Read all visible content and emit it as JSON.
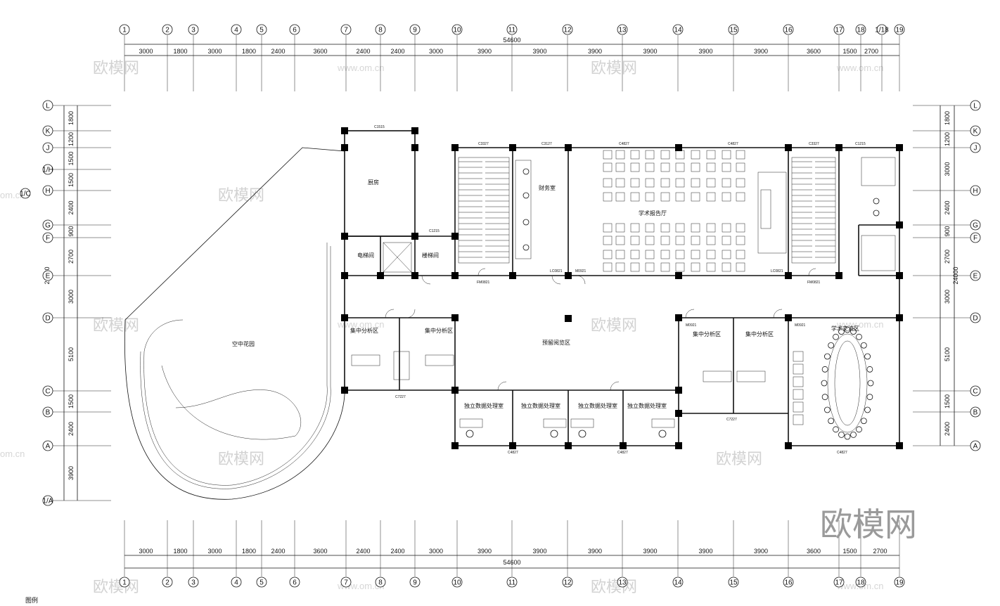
{
  "drawing": {
    "total_dimension_top": "54600",
    "total_dimension_bottom": "54600",
    "legend_label": "图例",
    "big_watermark": "欧模网",
    "watermark_text": "欧模网",
    "watermark_url": "www.om.cn",
    "watermark_url_short": "om.cn"
  },
  "top_axes": [
    "1",
    "2",
    "3",
    "4",
    "5",
    "6",
    "7",
    "8",
    "9",
    "10",
    "11",
    "12",
    "13",
    "14",
    "15",
    "16",
    "17",
    "18",
    "1/18",
    "19"
  ],
  "bottom_axes": [
    "1",
    "2",
    "3",
    "4",
    "5",
    "6",
    "7",
    "8",
    "9",
    "10",
    "11",
    "12",
    "13",
    "14",
    "15",
    "16",
    "17",
    "18",
    "19"
  ],
  "top_spacings": [
    "3000",
    "1800",
    "3000",
    "1800",
    "2400",
    "3600",
    "2400",
    "2400",
    "3000",
    "3900",
    "3900",
    "3900",
    "3900",
    "3900",
    "3900",
    "3600",
    "1500",
    "2700"
  ],
  "bottom_spacings": [
    "3000",
    "1800",
    "3000",
    "1800",
    "2400",
    "3600",
    "2400",
    "2400",
    "3000",
    "3900",
    "3900",
    "3900",
    "3900",
    "3900",
    "3900",
    "3600",
    "1500",
    "2700"
  ],
  "left_axes": [
    "L",
    "K",
    "J",
    "1/H",
    "H",
    "G",
    "F",
    "E",
    "D",
    "C",
    "B",
    "A",
    "1/A"
  ],
  "left_spacings": [
    "1800",
    "1200",
    "1500",
    "1500",
    "2400",
    "900",
    "2700",
    "3000",
    "5100",
    "1500",
    "2400",
    "3900"
  ],
  "left_total": "24000",
  "right_axes": [
    "L",
    "K",
    "J",
    "H",
    "G",
    "F",
    "E",
    "D",
    "C",
    "B",
    "A"
  ],
  "right_spacings": [
    "1800",
    "1200",
    "3000",
    "2400",
    "900",
    "2700",
    "3000",
    "5100",
    "1500",
    "2400"
  ],
  "right_total": "24000",
  "right_extra_label": "1/C",
  "rooms": {
    "kitchen": "厨房",
    "finance": "财务室",
    "lecture_hall": "学术报告厅",
    "elevator": "电梯间",
    "stair_room": "楼梯间",
    "hall": "预留阅览区",
    "garden": "空中花园",
    "analysis1": "集中分析区",
    "analysis2": "集中分析区",
    "analysis3": "集中分析区",
    "analysis4": "集中分析区",
    "academic": "学术交流区",
    "data1": "独立数据处理室",
    "data2": "独立数据处理室",
    "data3": "独立数据处理室",
    "data4": "独立数据处理室"
  },
  "codes": {
    "c1515": "C1515",
    "c1215": "C1215",
    "c3327a": "C3327",
    "c3127": "C3127",
    "c4827a": "C4827",
    "c4827b": "C4827",
    "c3327b": "C3327",
    "c1215r": "C1215",
    "c7227a": "C7227",
    "c7227b": "C7227",
    "c4827c": "C4827",
    "c4827d": "C4827",
    "c4827e": "C4827",
    "fm1": "FM0821",
    "fm2": "FM0821",
    "m0921a": "M0921",
    "m0921b": "M0921",
    "m0921c": "M0921",
    "lc1": "LC0821",
    "lc2": "LC0821"
  }
}
